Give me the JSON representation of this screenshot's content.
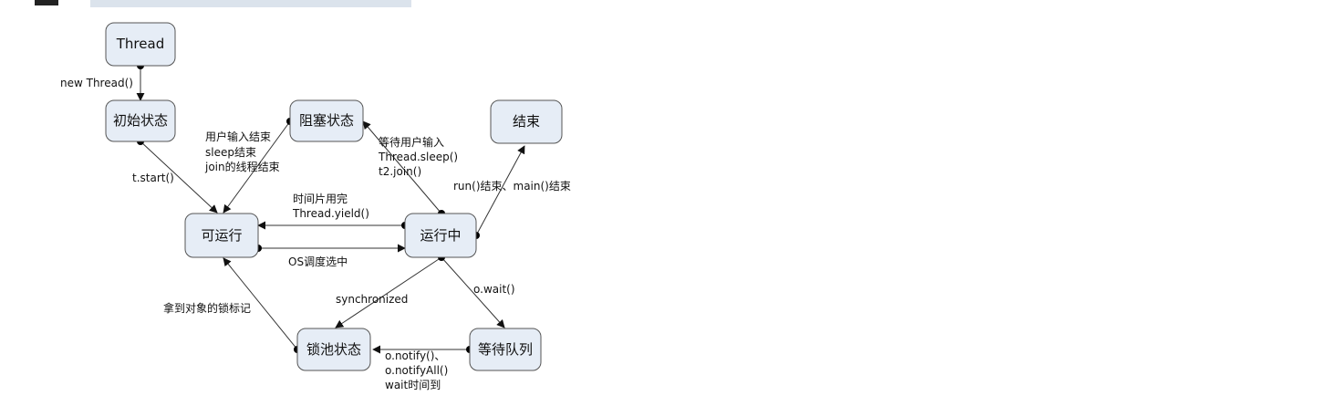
{
  "states": {
    "thread": "Thread",
    "init": "初始状态",
    "blocked": "阻塞状态",
    "end": "结束",
    "runnable": "可运行",
    "running": "运行中",
    "lockpool": "锁池状态",
    "waitqueue": "等待队列"
  },
  "edges": {
    "new_thread": "new Thread()",
    "t_start": "t.start()",
    "unblock": [
      "用户输入结束",
      "sleep结束",
      "join的线程结束"
    ],
    "block": [
      "等待用户输入",
      "Thread.sleep()",
      "t2.join()"
    ],
    "finish": "run()结束、main()结束",
    "yield": [
      "时间片用完",
      "Thread.yield()"
    ],
    "schedule": "OS调度选中",
    "synchronized": "synchronized",
    "wait": "o.wait()",
    "got_lock": "拿到对象的锁标记",
    "notify": [
      "o.notify()、",
      "o.notifyAll()",
      "wait时间到"
    ]
  }
}
